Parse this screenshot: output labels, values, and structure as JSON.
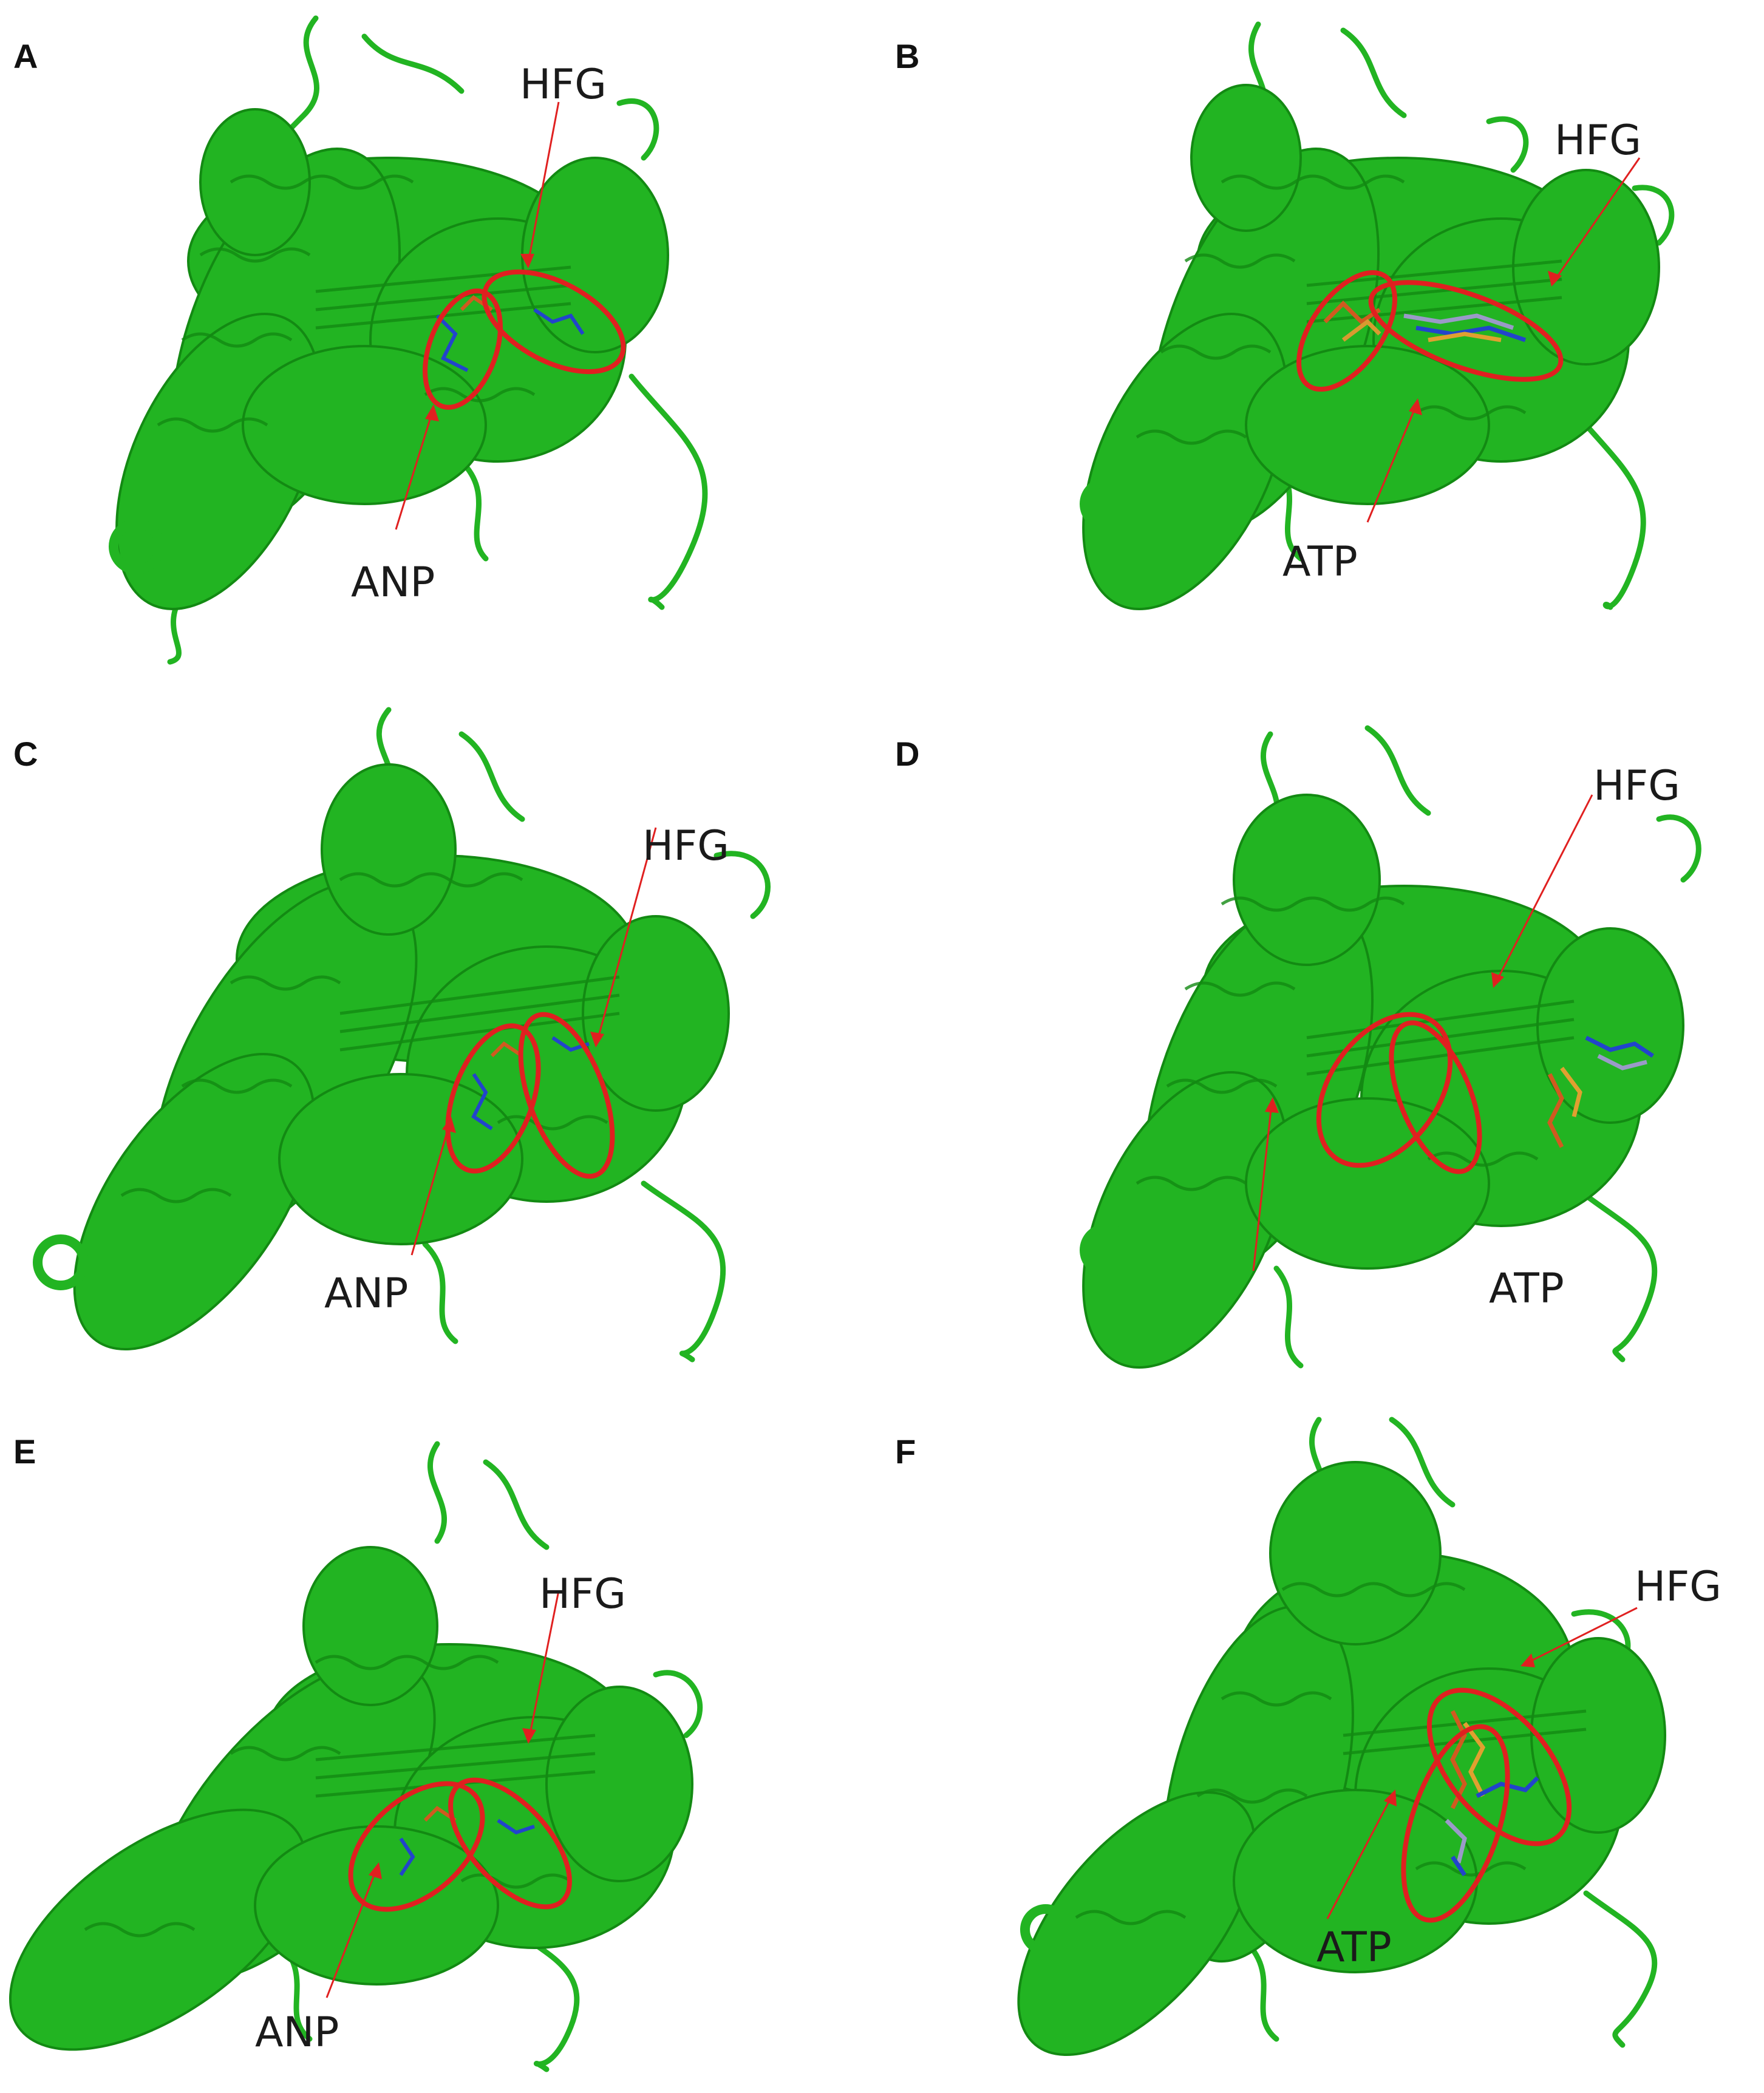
{
  "colors": {
    "protein": "#22b422",
    "protein_dark": "#138a13",
    "annotation": "#e02020",
    "background": "#ffffff"
  },
  "panels": [
    {
      "letter": "A",
      "ligand": "ANP",
      "site": "HFG"
    },
    {
      "letter": "B",
      "ligand": "ATP",
      "site": "HFG"
    },
    {
      "letter": "C",
      "ligand": "ANP",
      "site": "HFG"
    },
    {
      "letter": "D",
      "ligand": "ATP",
      "site": "HFG"
    },
    {
      "letter": "E",
      "ligand": "ANP",
      "site": "HFG"
    },
    {
      "letter": "F",
      "ligand": "ATP",
      "site": "HFG"
    }
  ]
}
